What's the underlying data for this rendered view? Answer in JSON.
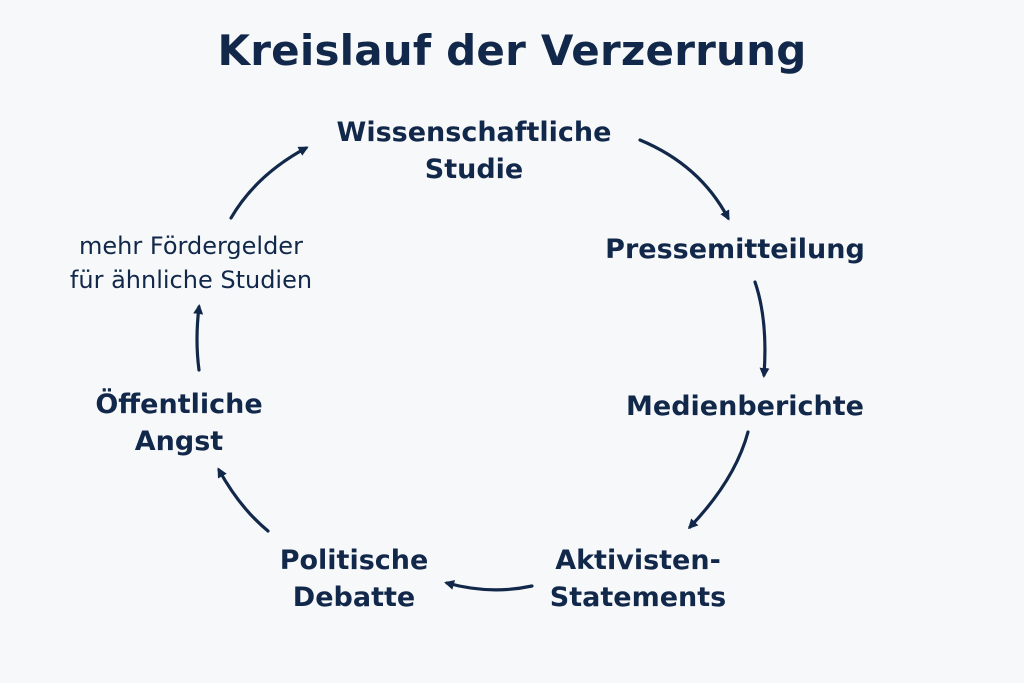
{
  "title": "Kreislauf der Verzerrung",
  "nodes": {
    "study": [
      "Wissenschaftliche",
      "Studie"
    ],
    "press": [
      "Pressemitteilung"
    ],
    "media": [
      "Medienberichte"
    ],
    "activists": [
      "Aktivisten-",
      "Statements"
    ],
    "politics": [
      "Politische",
      "Debatte"
    ],
    "fear": [
      "Öffentliche",
      "Angst"
    ],
    "funding": [
      "mehr Fördergelder",
      "für ähnliche Studien"
    ]
  },
  "colors": {
    "ink": "#12284a",
    "background": "#f7f8f9"
  }
}
